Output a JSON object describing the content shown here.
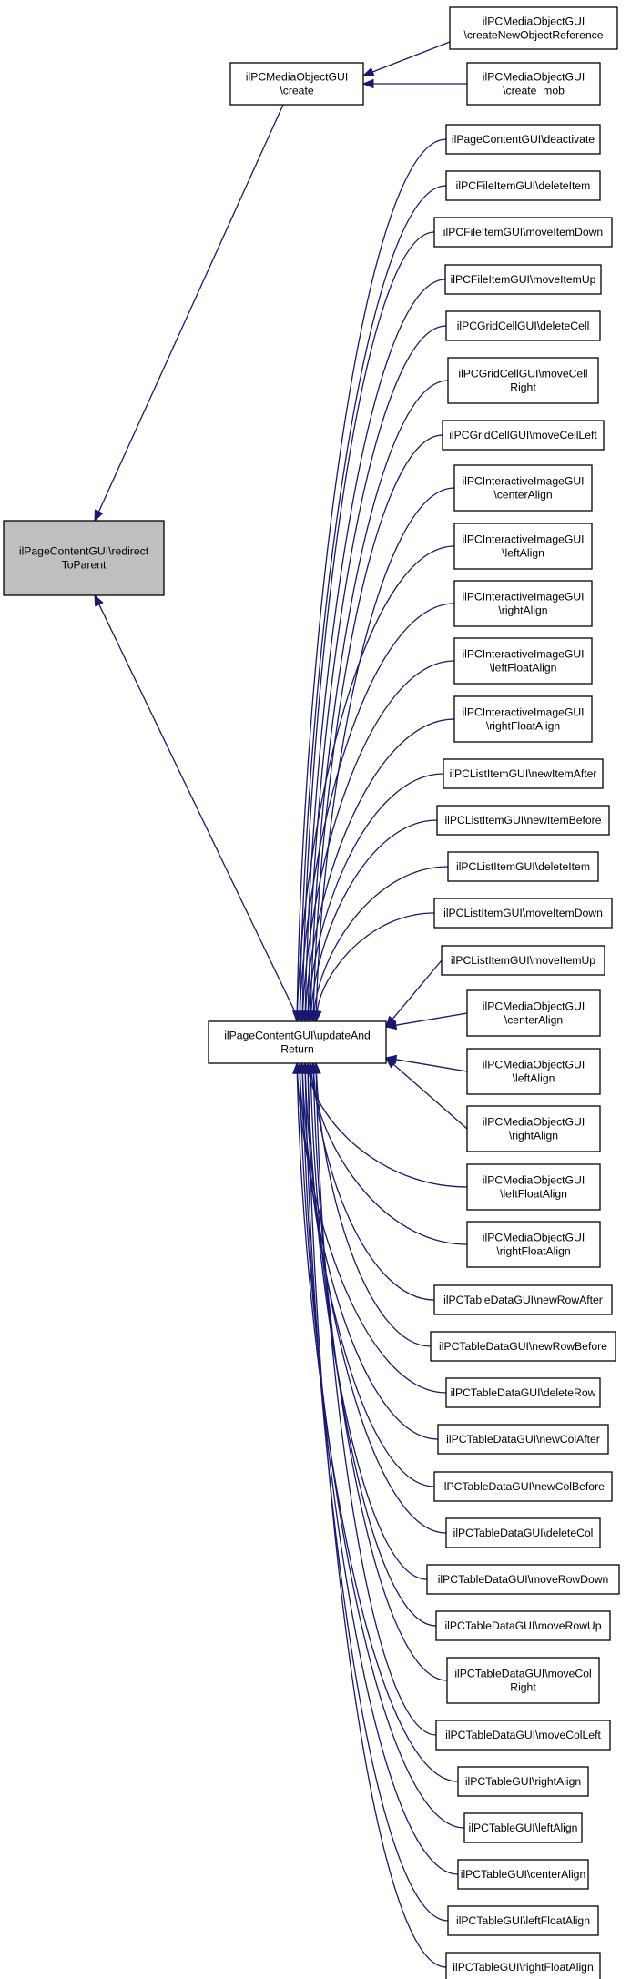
{
  "diagram": {
    "colors": {
      "edge": "#191970",
      "focus_fill": "#bfbfbf",
      "node_fill": "#ffffff",
      "border": "#000000"
    },
    "nodes": {
      "root": [
        "ilPageContentGUI\\redirect",
        "ToParent"
      ],
      "create": [
        "ilPCMediaObjectGUI",
        "\\create"
      ],
      "update": [
        "ilPageContentGUI\\updateAnd",
        "Return"
      ],
      "c1": [
        "ilPCMediaObjectGUI",
        "\\createNewObjectReference"
      ],
      "c2": [
        "ilPCMediaObjectGUI",
        "\\create_mob"
      ],
      "callers": [
        [
          "ilPageContentGUI\\deactivate"
        ],
        [
          "ilPCFileItemGUI\\deleteItem"
        ],
        [
          "ilPCFileItemGUI\\moveItemDown"
        ],
        [
          "ilPCFileItemGUI\\moveItemUp"
        ],
        [
          "ilPCGridCellGUI\\deleteCell"
        ],
        [
          "ilPCGridCellGUI\\moveCell",
          "Right"
        ],
        [
          "ilPCGridCellGUI\\moveCellLeft"
        ],
        [
          "ilPCInteractiveImageGUI",
          "\\centerAlign"
        ],
        [
          "ilPCInteractiveImageGUI",
          "\\leftAlign"
        ],
        [
          "ilPCInteractiveImageGUI",
          "\\rightAlign"
        ],
        [
          "ilPCInteractiveImageGUI",
          "\\leftFloatAlign"
        ],
        [
          "ilPCInteractiveImageGUI",
          "\\rightFloatAlign"
        ],
        [
          "ilPCListItemGUI\\newItemAfter"
        ],
        [
          "ilPCListItemGUI\\newItemBefore"
        ],
        [
          "ilPCListItemGUI\\deleteItem"
        ],
        [
          "ilPCListItemGUI\\moveItemDown"
        ],
        [
          "ilPCListItemGUI\\moveItemUp"
        ],
        [
          "ilPCMediaObjectGUI",
          "\\centerAlign"
        ],
        [
          "ilPCMediaObjectGUI",
          "\\leftAlign"
        ],
        [
          "ilPCMediaObjectGUI",
          "\\rightAlign"
        ],
        [
          "ilPCMediaObjectGUI",
          "\\leftFloatAlign"
        ],
        [
          "ilPCMediaObjectGUI",
          "\\rightFloatAlign"
        ],
        [
          "ilPCTableDataGUI\\newRowAfter"
        ],
        [
          "ilPCTableDataGUI\\newRowBefore"
        ],
        [
          "ilPCTableDataGUI\\deleteRow"
        ],
        [
          "ilPCTableDataGUI\\newColAfter"
        ],
        [
          "ilPCTableDataGUI\\newColBefore"
        ],
        [
          "ilPCTableDataGUI\\deleteCol"
        ],
        [
          "ilPCTableDataGUI\\moveRowDown"
        ],
        [
          "ilPCTableDataGUI\\moveRowUp"
        ],
        [
          "ilPCTableDataGUI\\moveCol",
          "Right"
        ],
        [
          "ilPCTableDataGUI\\moveColLeft"
        ],
        [
          "ilPCTableGUI\\rightAlign"
        ],
        [
          "ilPCTableGUI\\leftAlign"
        ],
        [
          "ilPCTableGUI\\centerAlign"
        ],
        [
          "ilPCTableGUI\\leftFloatAlign"
        ],
        [
          "ilPCTableGUI\\rightFloatAlign"
        ]
      ]
    }
  }
}
